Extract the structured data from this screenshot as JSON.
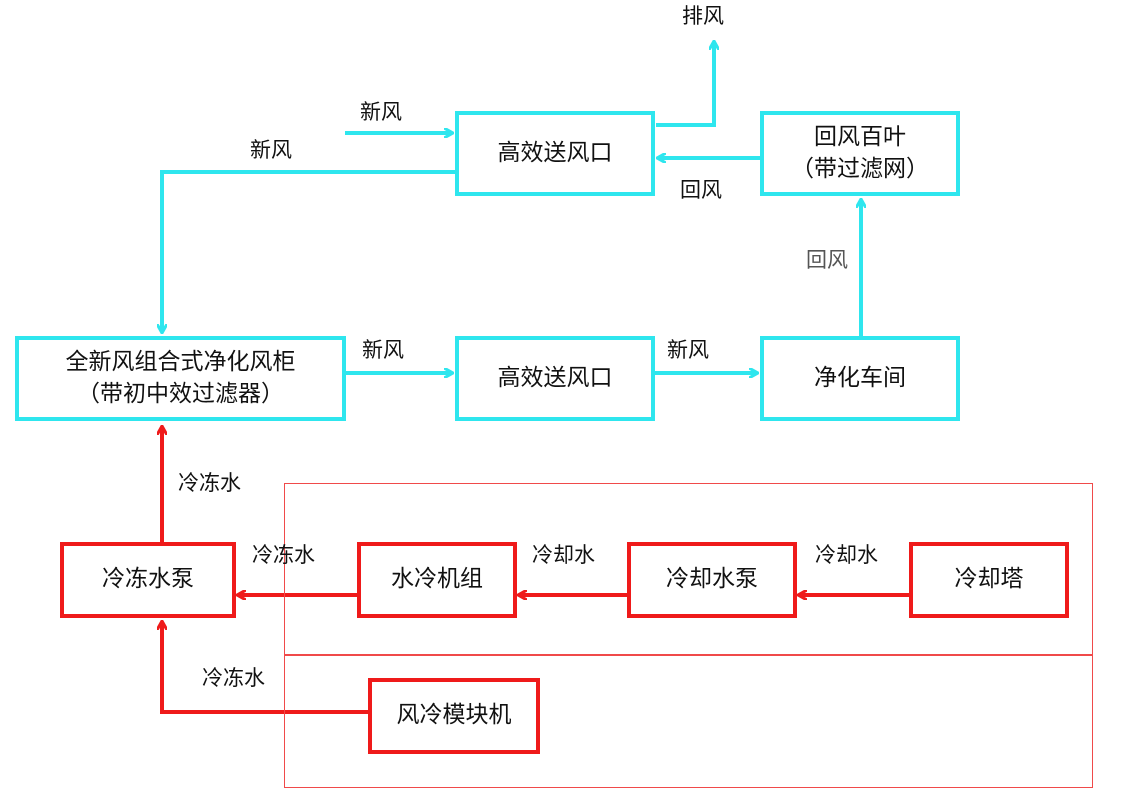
{
  "diagram": {
    "nodes": {
      "exhaust_label": "排风",
      "supply_outlet_top": "高效送风口",
      "return_louver": [
        "回风百叶",
        "（带过滤网）"
      ],
      "ahu": [
        "全新风组合式净化风柜",
        "（带初中效过滤器）"
      ],
      "supply_outlet_mid": "高效送风口",
      "clean_room": "净化车间",
      "chilled_water_pump": "冷冻水泵",
      "water_chiller": "水冷机组",
      "cooling_water_pump": "冷却水泵",
      "cooling_tower": "冷却塔",
      "air_cooled_module": "风冷模块机"
    },
    "edge_labels": {
      "fresh_air_in_top": "新风",
      "fresh_air_down": "新风",
      "return_air_top": "回风",
      "return_air_up": "回风",
      "fresh_air_ahu_to_outlet": "新风",
      "fresh_air_outlet_to_room": "新风",
      "chilled_water_up": "冷冻水",
      "chilled_water_from_chiller": "冷冻水",
      "cooling_water_from_pump": "冷却水",
      "cooling_water_from_tower": "冷却水",
      "chilled_water_from_module": "冷冻水"
    },
    "colors": {
      "air_system": "#2ee6ee",
      "water_system": "#ef1a1a",
      "group_border": "#f04a4a"
    }
  }
}
